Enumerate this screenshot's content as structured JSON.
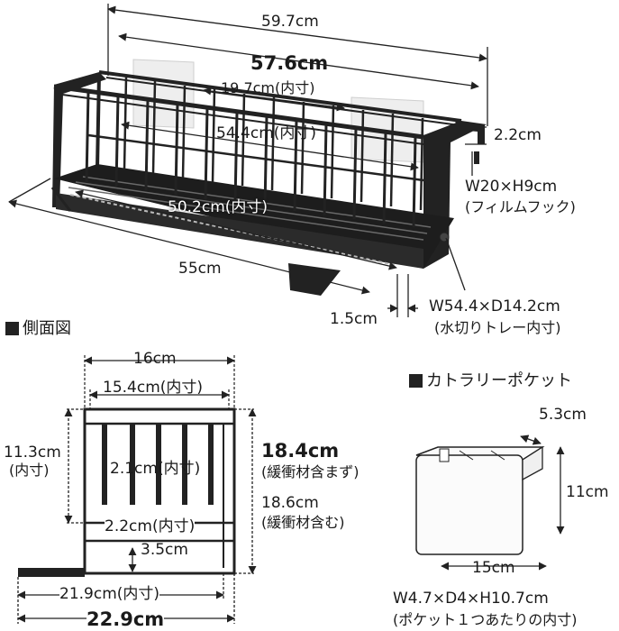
{
  "main_view": {
    "total_width": "59.7cm",
    "inner_width_bold": "57.6cm",
    "top_inner": "19.7cm(内寸)",
    "mid_inner": "54.4cm(内寸)",
    "floor_inner": "50.2cm(内寸)",
    "depth_55": "55cm",
    "hook_height": "2.2cm",
    "film_hook_size": "W20×H9cm",
    "film_hook_name": "(フィルムフック)",
    "foot_size": "1.5cm",
    "tray_size": "W54.4×D14.2cm",
    "tray_name": "(水切りトレー内寸)"
  },
  "side_view": {
    "title": "側面図",
    "width_16": "16cm",
    "width_154": "15.4cm(内寸)",
    "h_113": "11.3cm",
    "h_113_note": "(内寸)",
    "gap_21": "2.1cm(内寸)",
    "gap_22": "2.2cm(内寸)",
    "h_35": "3.5cm",
    "h_184": "18.4cm",
    "h_184_note": "(緩衝材含まず)",
    "h_186": "18.6cm",
    "h_186_note": "(緩衝材含む)",
    "w_219": "21.9cm(内寸)",
    "w_229": "22.9cm"
  },
  "cutlery": {
    "title": "カトラリーポケット",
    "w_53": "5.3cm",
    "h_11": "11cm",
    "w_15": "15cm",
    "size": "W4.7×D4×H10.7cm",
    "size_note": "(ポケット１つあたりの内寸)"
  }
}
